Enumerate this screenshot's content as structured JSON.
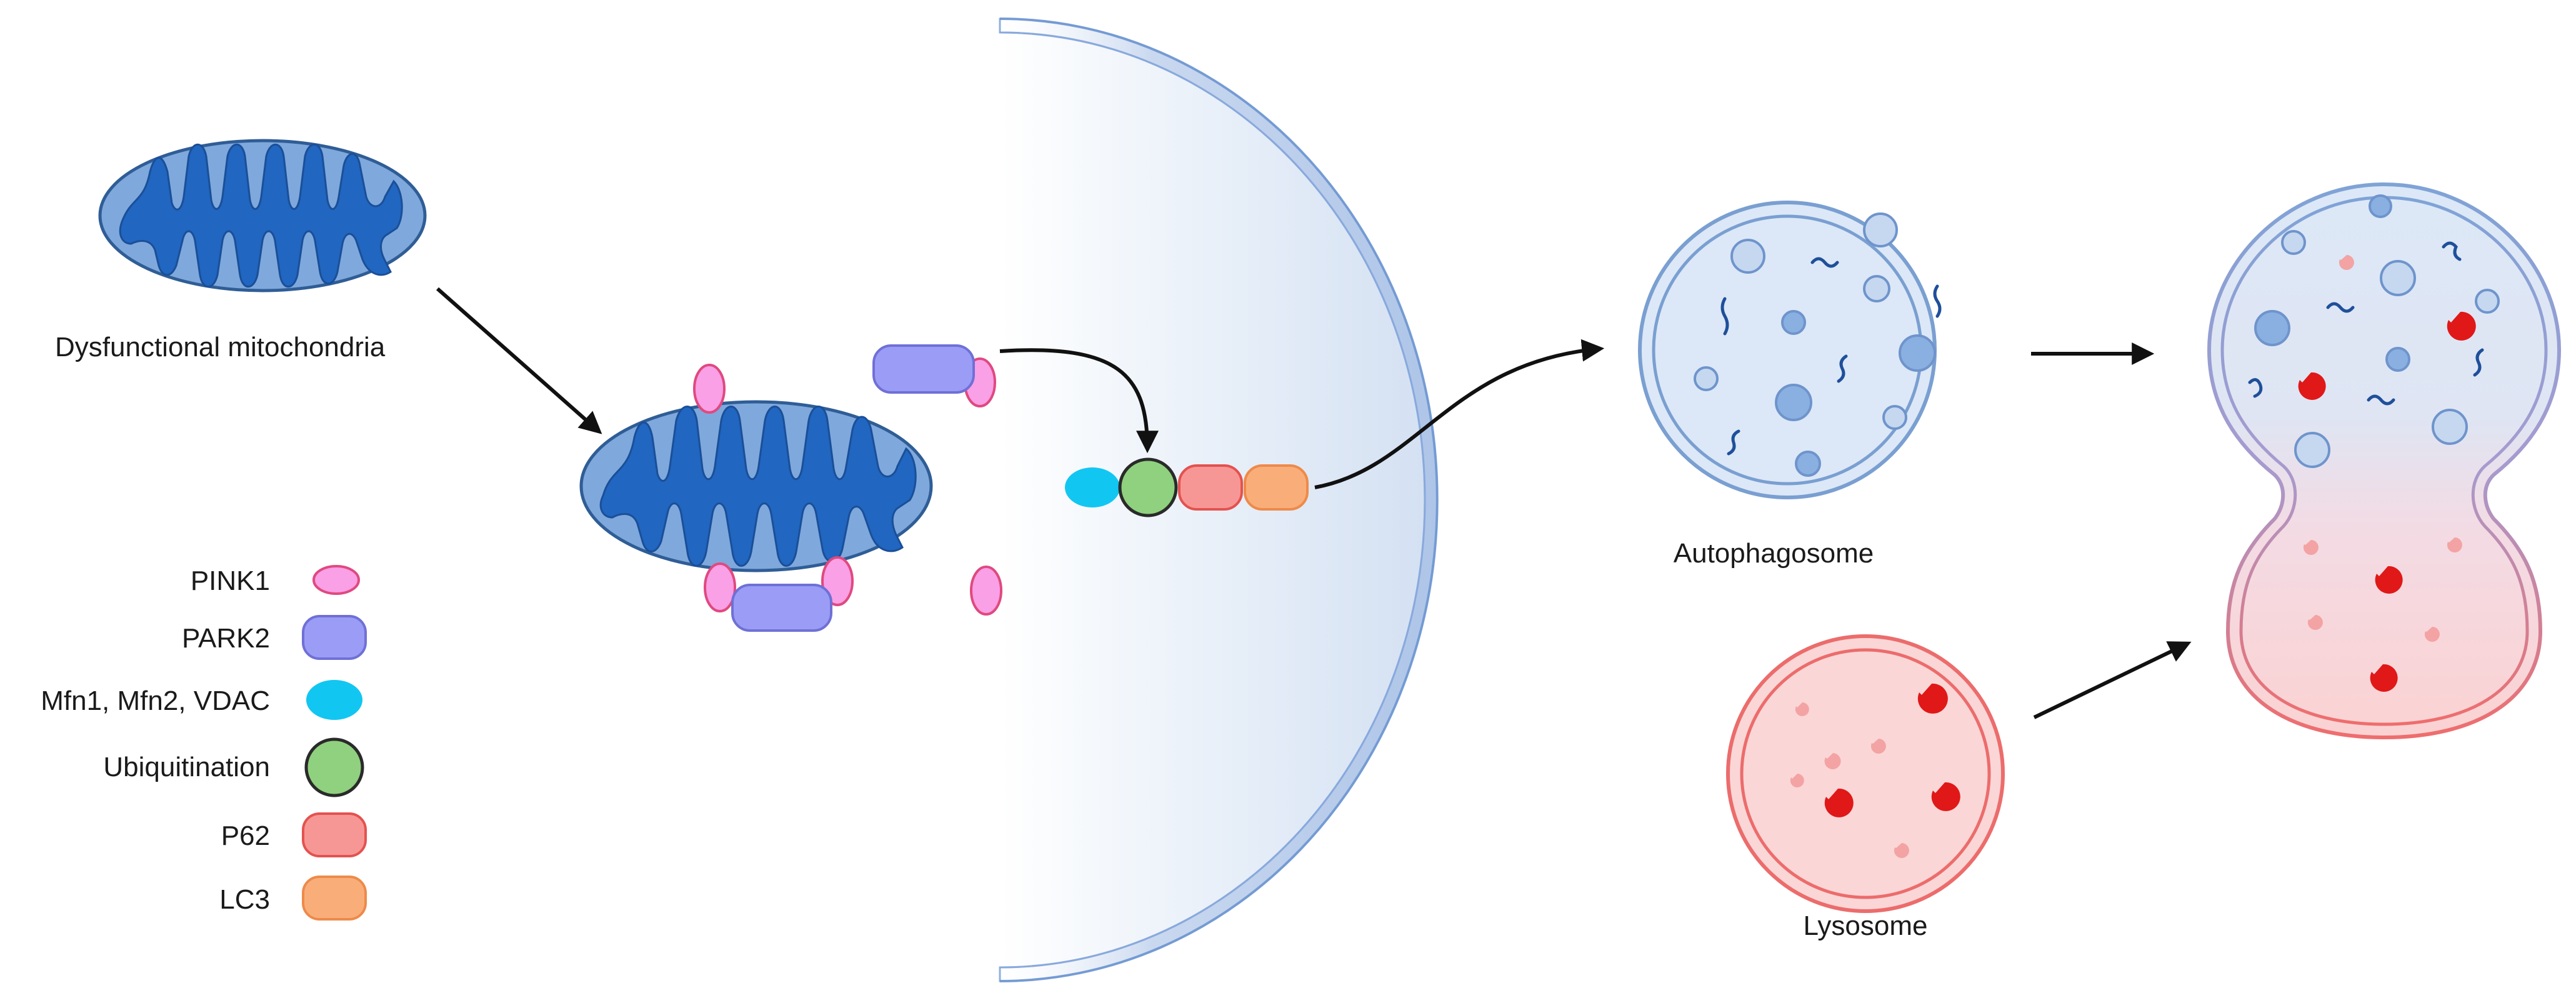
{
  "labels": {
    "dysfunctional": "Dysfunctional mitochondria",
    "autophagosome": "Autophagosome",
    "lysosome": "Lysosome"
  },
  "legend": [
    {
      "key": "pink1",
      "label": "PINK1",
      "shape": "ellipse",
      "fill": "#f9a0e6",
      "stroke": "#e0497f"
    },
    {
      "key": "park2",
      "label": "PARK2",
      "shape": "rounded-rect",
      "fill": "#9b9cf5",
      "stroke": "#6f70d6"
    },
    {
      "key": "mfn",
      "label": "Mfn1, Mfn2, VDAC",
      "shape": "ellipse",
      "fill": "#12c6f2",
      "stroke": "#12c6f2"
    },
    {
      "key": "ubiquitination",
      "label": "Ubiquitination",
      "shape": "circle",
      "fill": "#8fd17e",
      "stroke": "#2a2a2a"
    },
    {
      "key": "p62",
      "label": "P62",
      "shape": "rounded-rect",
      "fill": "#f79795",
      "stroke": "#e3524f"
    },
    {
      "key": "lc3",
      "label": "LC3",
      "shape": "rounded-rect",
      "fill": "#f9ae7a",
      "stroke": "#ee8a4a"
    }
  ],
  "colors": {
    "mito_outer": "#7fa8dc",
    "mito_inner": "#2166c0",
    "mito_stroke": "#2f5d96",
    "vesicle_fill": "#dce8f7",
    "vesicle_stroke": "#7a9fd1",
    "lysosome_fill": "#fbd6d6",
    "lysosome_stroke": "#ec6c6c",
    "enzyme": "#e01818",
    "enzyme_light": "#f3a3a3",
    "arrow": "#111111"
  }
}
